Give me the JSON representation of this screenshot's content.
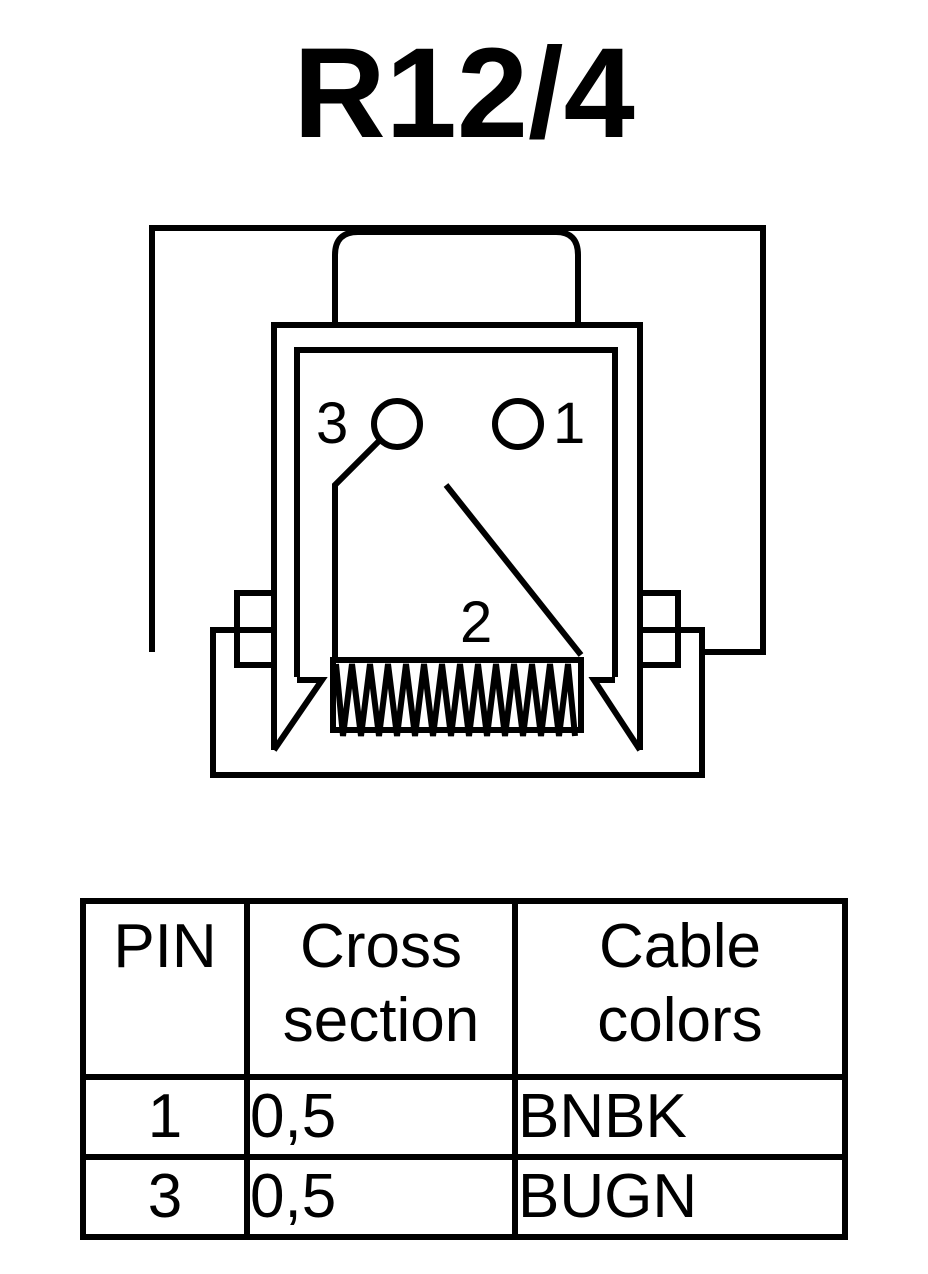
{
  "title": "R12/4",
  "connector": {
    "pin_labels": [
      "3",
      "1",
      "2"
    ]
  },
  "table": {
    "headers": [
      [
        "PIN"
      ],
      [
        "Cross",
        "section"
      ],
      [
        "Cable",
        "colors"
      ]
    ],
    "rows": [
      {
        "pin": "1",
        "cross_section": "0,5",
        "cable_color": "BNBK"
      },
      {
        "pin": "3",
        "cross_section": "0,5",
        "cable_color": "BUGN"
      }
    ]
  }
}
